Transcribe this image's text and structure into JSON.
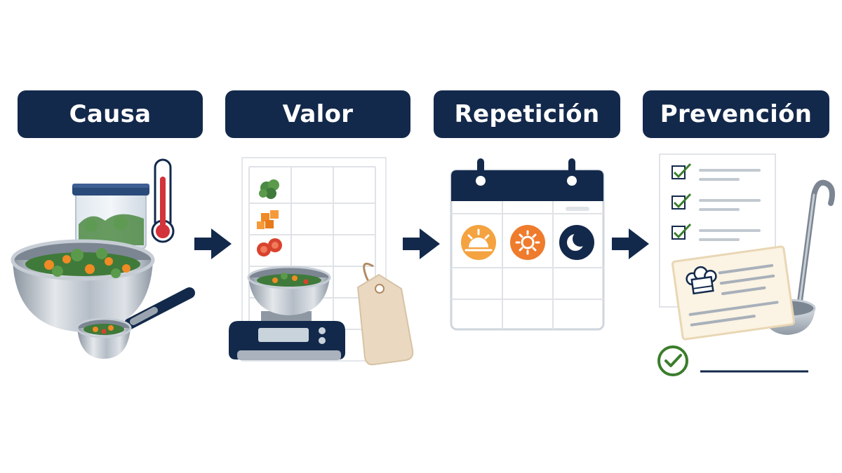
{
  "stages": [
    {
      "id": "causa",
      "title": "Causa"
    },
    {
      "id": "valor",
      "title": "Valor"
    },
    {
      "id": "repeticion",
      "title": "Repetición"
    },
    {
      "id": "prevencion",
      "title": "Prevención"
    }
  ],
  "colors": {
    "header_bg": "#13294b",
    "header_text": "#ffffff",
    "arrow": "#13294b",
    "steel": "#a9b2bd",
    "greens": "#3f7a3a",
    "carrot": "#f08a24",
    "tomato": "#d8432e",
    "check": "#3b7d2c",
    "tag": "#ead9c0",
    "sun_light": "#f4a340",
    "sun_orange": "#ef7b2d"
  },
  "icons": {
    "causa": [
      "food-container-icon",
      "thermometer-icon",
      "mixing-bowl-icon",
      "measuring-scoop-icon"
    ],
    "valor": [
      "inventory-grid-icon",
      "leaf-icon",
      "cubes-icon",
      "tomato-slices-icon",
      "kitchen-scale-icon",
      "price-tag-icon"
    ],
    "repeticion": [
      "calendar-icon",
      "sunrise-icon",
      "sun-icon",
      "moon-icon"
    ],
    "prevencion": [
      "checklist-icon",
      "recipe-card-icon",
      "chef-hat-icon",
      "ladle-icon",
      "check-circle-icon"
    ]
  }
}
